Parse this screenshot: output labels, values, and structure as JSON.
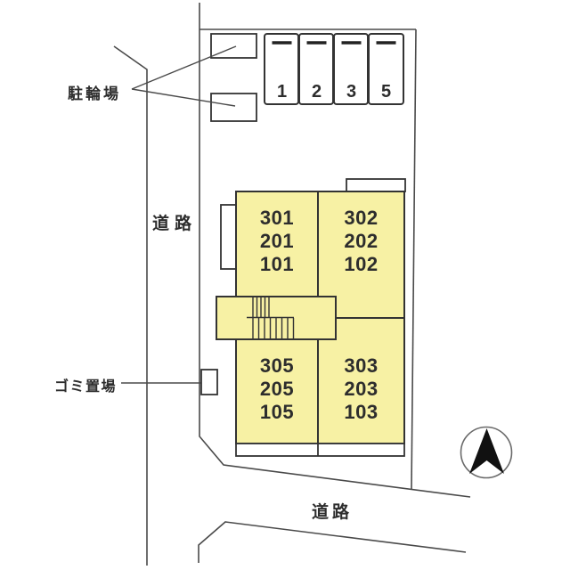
{
  "colors": {
    "building_fill": "#f7f1a4",
    "white_fill": "#ffffff",
    "building_line": "#333333",
    "boundary_line": "#4a4a4a",
    "text": "#2d2d2d",
    "compass_fill": "#111111"
  },
  "labels": {
    "bicycle_parking": "駐輪場",
    "garbage_area": "ゴミ置場",
    "road_west": "道路",
    "road_south": "道路"
  },
  "parking_stalls": [
    "1",
    "2",
    "3",
    "5"
  ],
  "units": {
    "top_left": [
      "301",
      "201",
      "101"
    ],
    "top_right": [
      "302",
      "202",
      "102"
    ],
    "bottom_left": [
      "305",
      "205",
      "105"
    ],
    "bottom_right": [
      "303",
      "203",
      "103"
    ]
  },
  "icons": {
    "north_arrow": "north-arrow"
  }
}
